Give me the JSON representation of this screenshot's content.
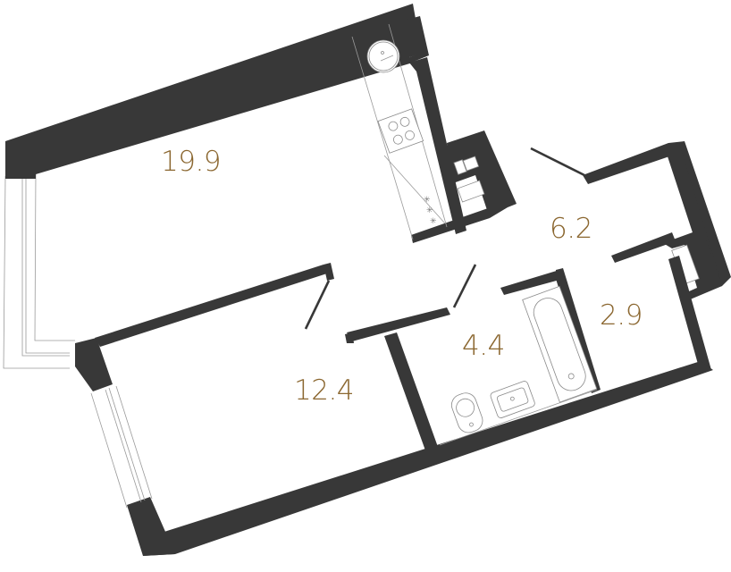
{
  "plan": {
    "accent_color": "#8b6730",
    "wall_color": "#383838",
    "rooms": [
      {
        "id": "living-kitchen",
        "area": "19.9"
      },
      {
        "id": "hall",
        "area": "6.2"
      },
      {
        "id": "bathroom",
        "area": "4.4"
      },
      {
        "id": "wardrobe",
        "area": "2.9"
      },
      {
        "id": "bedroom",
        "area": "12.4"
      }
    ],
    "fixtures": [
      "sink-icon",
      "cooktop-icon",
      "fridge-icon",
      "toilet-icon",
      "washbasin-icon",
      "bathtub-icon"
    ]
  }
}
